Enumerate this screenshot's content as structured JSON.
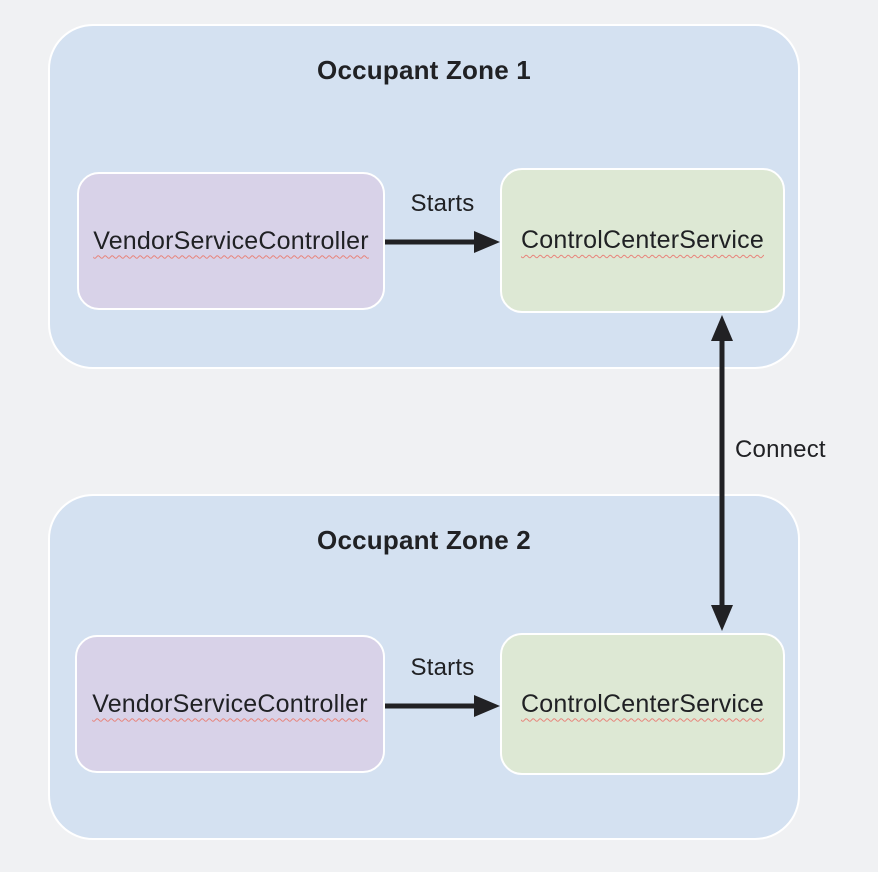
{
  "diagram": {
    "zones": [
      {
        "title": "Occupant Zone 1",
        "nodes": [
          {
            "id": "vendor-service-controller-1",
            "label": "VendorServiceController"
          },
          {
            "id": "control-center-service-1",
            "label": "ControlCenterService"
          }
        ],
        "edge": {
          "label": "Starts",
          "from": "VendorServiceController",
          "to": "ControlCenterService"
        }
      },
      {
        "title": "Occupant Zone 2",
        "nodes": [
          {
            "id": "vendor-service-controller-2",
            "label": "VendorServiceController"
          },
          {
            "id": "control-center-service-2",
            "label": "ControlCenterService"
          }
        ],
        "edge": {
          "label": "Starts",
          "from": "VendorServiceController",
          "to": "ControlCenterService"
        }
      }
    ],
    "connector": {
      "label": "Connect",
      "from": "ControlCenterService (Zone 1)",
      "to": "ControlCenterService (Zone 2)",
      "bidirectional": true
    },
    "colors": {
      "background": "#f0f1f3",
      "zone_fill": "#d4e1f1",
      "vendor_fill": "#d8d2e8",
      "control_fill": "#dde8d4",
      "arrow": "#212124",
      "text": "#202124",
      "spellcheck": "#e8837a"
    }
  }
}
